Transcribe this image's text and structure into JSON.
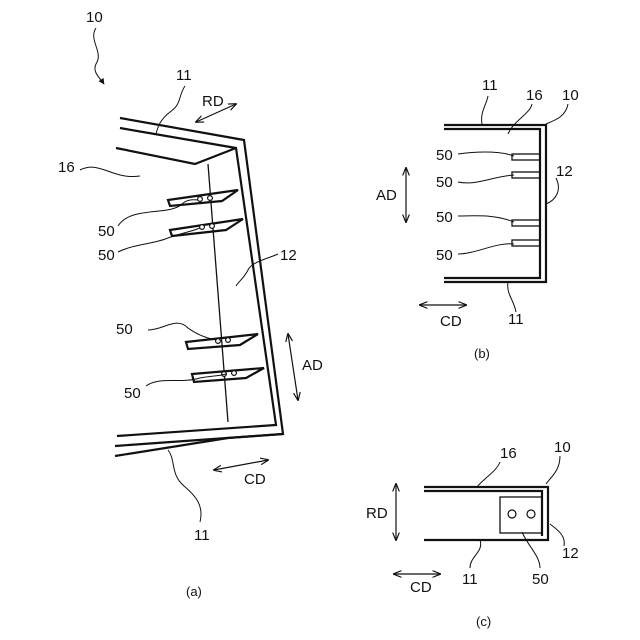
{
  "panels": {
    "a": {
      "caption": "(a)",
      "labels": {
        "ref10": "10",
        "ref11_top": "11",
        "ref11_bottom": "11",
        "ref16": "16",
        "ref12": "12",
        "ref50_1": "50",
        "ref50_2": "50",
        "ref50_3": "50",
        "ref50_4": "50",
        "rd": "RD",
        "ad": "AD",
        "cd": "CD"
      }
    },
    "b": {
      "caption": "(b)",
      "labels": {
        "ref11_top": "11",
        "ref16": "16",
        "ref10": "10",
        "ref12": "12",
        "ref11_bottom": "11",
        "ref50_1": "50",
        "ref50_2": "50",
        "ref50_3": "50",
        "ref50_4": "50",
        "ad": "AD",
        "cd": "CD"
      }
    },
    "c": {
      "caption": "(c)",
      "labels": {
        "ref16": "16",
        "ref10": "10",
        "ref12": "12",
        "ref11": "11",
        "ref50": "50",
        "rd": "RD",
        "cd": "CD"
      }
    }
  }
}
